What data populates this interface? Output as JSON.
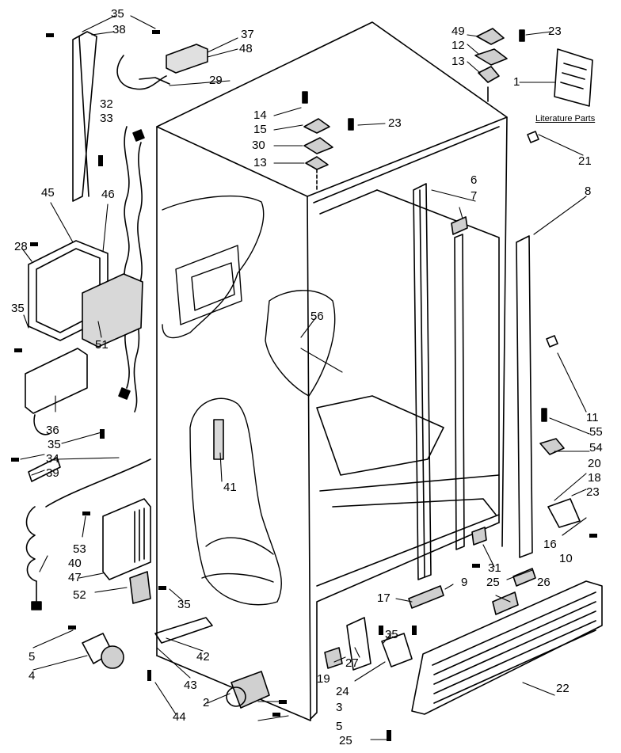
{
  "literature_label": "Literature Parts",
  "callouts": [
    {
      "id": "c-35-top",
      "text": "35"
    },
    {
      "id": "c-38",
      "text": "38"
    },
    {
      "id": "c-37",
      "text": "37"
    },
    {
      "id": "c-48",
      "text": "48"
    },
    {
      "id": "c-29",
      "text": "29"
    },
    {
      "id": "c-49",
      "text": "49"
    },
    {
      "id": "c-12-top",
      "text": "12"
    },
    {
      "id": "c-13-top",
      "text": "13"
    },
    {
      "id": "c-23-top",
      "text": "23"
    },
    {
      "id": "c-1",
      "text": "1"
    },
    {
      "id": "c-32",
      "text": "32"
    },
    {
      "id": "c-33",
      "text": "33"
    },
    {
      "id": "c-14",
      "text": "14"
    },
    {
      "id": "c-15",
      "text": "15"
    },
    {
      "id": "c-30",
      "text": "30"
    },
    {
      "id": "c-13-mid",
      "text": "13"
    },
    {
      "id": "c-23-mid",
      "text": "23"
    },
    {
      "id": "c-21",
      "text": "21"
    },
    {
      "id": "c-6",
      "text": "6"
    },
    {
      "id": "c-7",
      "text": "7"
    },
    {
      "id": "c-8",
      "text": "8"
    },
    {
      "id": "c-45",
      "text": "45"
    },
    {
      "id": "c-46",
      "text": "46"
    },
    {
      "id": "c-28",
      "text": "28"
    },
    {
      "id": "c-35-left",
      "text": "35"
    },
    {
      "id": "c-56",
      "text": "56"
    },
    {
      "id": "c-51",
      "text": "51"
    },
    {
      "id": "c-11",
      "text": "11"
    },
    {
      "id": "c-36",
      "text": "36"
    },
    {
      "id": "c-55",
      "text": "55"
    },
    {
      "id": "c-35-mid",
      "text": "35"
    },
    {
      "id": "c-54",
      "text": "54"
    },
    {
      "id": "c-34",
      "text": "34"
    },
    {
      "id": "c-39",
      "text": "39"
    },
    {
      "id": "c-41",
      "text": "41"
    },
    {
      "id": "c-20",
      "text": "20"
    },
    {
      "id": "c-18",
      "text": "18"
    },
    {
      "id": "c-23-right",
      "text": "23"
    },
    {
      "id": "c-53",
      "text": "53"
    },
    {
      "id": "c-16",
      "text": "16"
    },
    {
      "id": "c-40",
      "text": "40"
    },
    {
      "id": "c-47",
      "text": "47"
    },
    {
      "id": "c-31",
      "text": "31"
    },
    {
      "id": "c-10",
      "text": "10"
    },
    {
      "id": "c-25-mid",
      "text": "25"
    },
    {
      "id": "c-26",
      "text": "26"
    },
    {
      "id": "c-52",
      "text": "52"
    },
    {
      "id": "c-35-low",
      "text": "35"
    },
    {
      "id": "c-17",
      "text": "17"
    },
    {
      "id": "c-9",
      "text": "9"
    },
    {
      "id": "c-35-lower",
      "text": "35"
    },
    {
      "id": "c-27",
      "text": "27"
    },
    {
      "id": "c-5-left",
      "text": "5"
    },
    {
      "id": "c-4",
      "text": "4"
    },
    {
      "id": "c-42",
      "text": "42"
    },
    {
      "id": "c-19",
      "text": "19"
    },
    {
      "id": "c-43",
      "text": "43"
    },
    {
      "id": "c-24",
      "text": "24"
    },
    {
      "id": "c-22",
      "text": "22"
    },
    {
      "id": "c-2",
      "text": "2"
    },
    {
      "id": "c-3",
      "text": "3"
    },
    {
      "id": "c-44",
      "text": "44"
    },
    {
      "id": "c-5-bottom",
      "text": "5"
    },
    {
      "id": "c-25-bottom",
      "text": "25"
    }
  ]
}
